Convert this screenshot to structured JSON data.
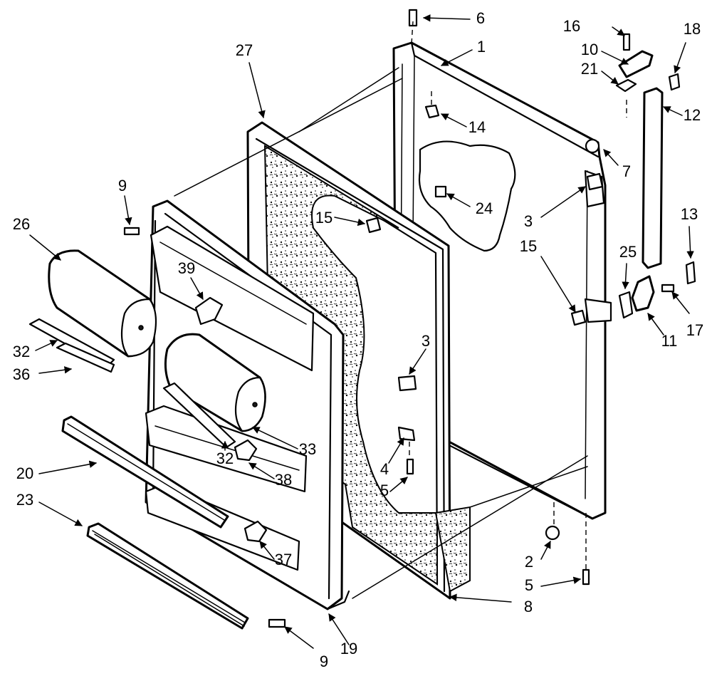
{
  "callouts": [
    {
      "id": "1",
      "text": "1"
    },
    {
      "id": "2",
      "text": "2"
    },
    {
      "id": "3a",
      "text": "3"
    },
    {
      "id": "3b",
      "text": "3"
    },
    {
      "id": "4",
      "text": "4"
    },
    {
      "id": "5a",
      "text": "5"
    },
    {
      "id": "5b",
      "text": "5"
    },
    {
      "id": "6",
      "text": "6"
    },
    {
      "id": "7",
      "text": "7"
    },
    {
      "id": "8",
      "text": "8"
    },
    {
      "id": "9a",
      "text": "9"
    },
    {
      "id": "9b",
      "text": "9"
    },
    {
      "id": "10",
      "text": "10"
    },
    {
      "id": "11",
      "text": "11"
    },
    {
      "id": "12",
      "text": "12"
    },
    {
      "id": "13",
      "text": "13"
    },
    {
      "id": "14",
      "text": "14"
    },
    {
      "id": "15a",
      "text": "15"
    },
    {
      "id": "15b",
      "text": "15"
    },
    {
      "id": "16",
      "text": "16"
    },
    {
      "id": "17",
      "text": "17"
    },
    {
      "id": "18",
      "text": "18"
    },
    {
      "id": "19",
      "text": "19"
    },
    {
      "id": "20",
      "text": "20"
    },
    {
      "id": "21",
      "text": "21"
    },
    {
      "id": "23",
      "text": "23"
    },
    {
      "id": "24",
      "text": "24"
    },
    {
      "id": "25",
      "text": "25"
    },
    {
      "id": "26",
      "text": "26"
    },
    {
      "id": "27",
      "text": "27"
    },
    {
      "id": "32a",
      "text": "32"
    },
    {
      "id": "32b",
      "text": "32"
    },
    {
      "id": "33",
      "text": "33"
    },
    {
      "id": "36",
      "text": "36"
    },
    {
      "id": "37",
      "text": "37"
    },
    {
      "id": "38",
      "text": "38"
    },
    {
      "id": "39",
      "text": "39"
    }
  ],
  "colors": {
    "ink": "#000000",
    "paper": "#ffffff"
  }
}
